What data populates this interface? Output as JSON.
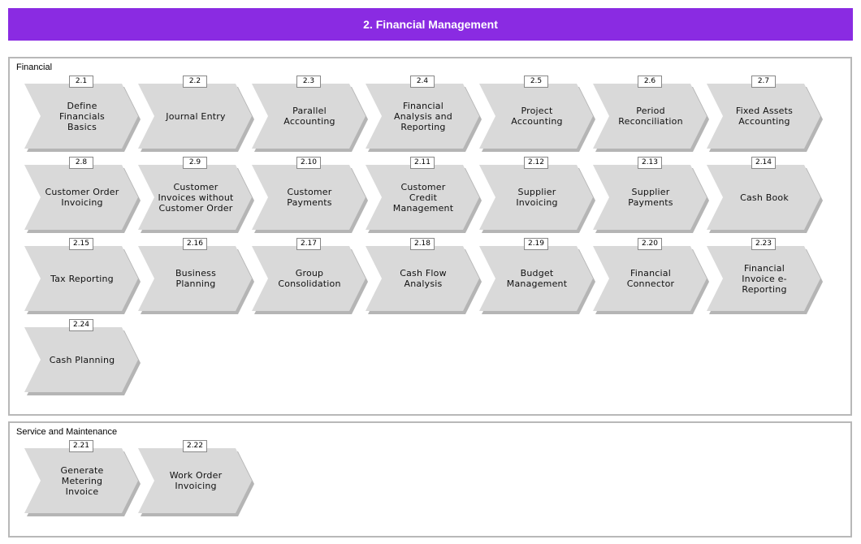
{
  "header": {
    "title": "2. Financial Management"
  },
  "colors": {
    "header_bg": "#8a2be2",
    "tile_fill": "#d9d9d9",
    "tile_shadow": "#b5b5b5",
    "group_border": "#b8b8b8"
  },
  "groups": [
    {
      "label": "Financial",
      "items": [
        {
          "num": "2.1",
          "label": "Define\nFinancials\nBasics"
        },
        {
          "num": "2.2",
          "label": "Journal Entry"
        },
        {
          "num": "2.3",
          "label": "Parallel\nAccounting"
        },
        {
          "num": "2.4",
          "label": "Financial\nAnalysis and\nReporting"
        },
        {
          "num": "2.5",
          "label": "Project\nAccounting"
        },
        {
          "num": "2.6",
          "label": "Period\nReconciliation"
        },
        {
          "num": "2.7",
          "label": "Fixed Assets\nAccounting"
        },
        {
          "num": "2.8",
          "label": "Customer Order\nInvoicing"
        },
        {
          "num": "2.9",
          "label": "Customer\nInvoices without\nCustomer Order"
        },
        {
          "num": "2.10",
          "label": "Customer\nPayments"
        },
        {
          "num": "2.11",
          "label": "Customer\nCredit\nManagement"
        },
        {
          "num": "2.12",
          "label": "Supplier\nInvoicing"
        },
        {
          "num": "2.13",
          "label": "Supplier\nPayments"
        },
        {
          "num": "2.14",
          "label": "Cash Book"
        },
        {
          "num": "2.15",
          "label": "Tax Reporting"
        },
        {
          "num": "2.16",
          "label": "Business\nPlanning"
        },
        {
          "num": "2.17",
          "label": "Group\nConsolidation"
        },
        {
          "num": "2.18",
          "label": "Cash Flow\nAnalysis"
        },
        {
          "num": "2.19",
          "label": "Budget\nManagement"
        },
        {
          "num": "2.20",
          "label": "Financial\nConnector"
        },
        {
          "num": "2.23",
          "label": "Financial\nInvoice e-\nReporting"
        },
        {
          "num": "2.24",
          "label": "Cash Planning"
        }
      ]
    },
    {
      "label": "Service and Maintenance",
      "items": [
        {
          "num": "2.21",
          "label": "Generate\nMetering\nInvoice"
        },
        {
          "num": "2.22",
          "label": "Work Order\nInvoicing"
        }
      ]
    }
  ]
}
